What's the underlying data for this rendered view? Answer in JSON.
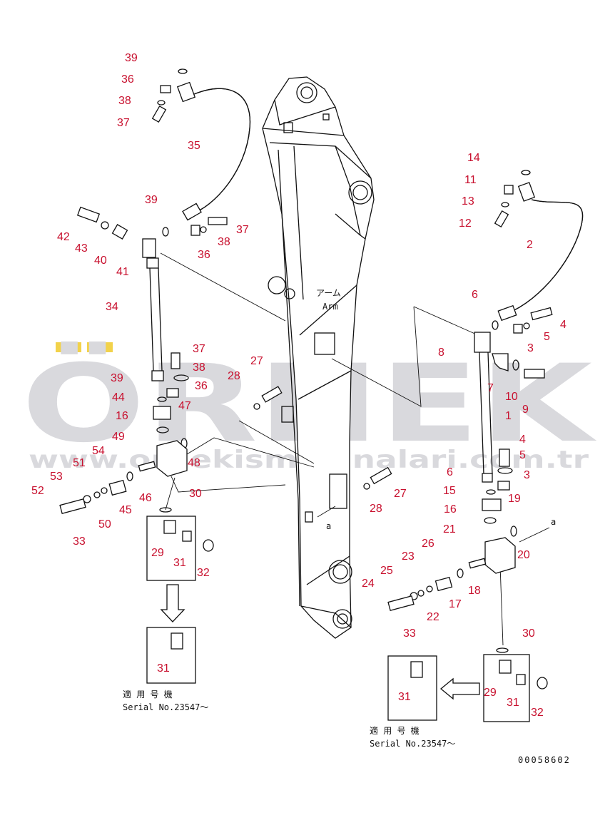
{
  "watermark": {
    "brand": "ÖRNEK",
    "url": "www.ornekismakinalari.com.tr",
    "color_text": "#d9d9dd",
    "color_accent": "#f2d24a"
  },
  "labels": {
    "arm_jp": "アーム",
    "arm_en": "Arm",
    "section_marker": "a",
    "serial_title": "適 用 号 機",
    "serial_left": "Serial No.23547〜",
    "serial_right": "Serial No.23547〜",
    "drawing_number": "00058602"
  },
  "part_numbers": {
    "p39a": "39",
    "p36a": "36",
    "p38a": "38",
    "p37a": "37",
    "p35": "35",
    "p39b": "39",
    "p37b": "37",
    "p38b": "38",
    "p36b": "36",
    "p42": "42",
    "p43": "43",
    "p40": "40",
    "p41": "41",
    "p34": "34",
    "p37c": "37",
    "p38c": "38",
    "p36c": "36",
    "p39c": "39",
    "p44": "44",
    "p16a": "16",
    "p47": "47",
    "p49": "49",
    "p48": "48",
    "p54": "54",
    "p51": "51",
    "p53": "53",
    "p52": "52",
    "p50": "50",
    "p45": "45",
    "p46": "46",
    "p33a": "33",
    "p30a": "30",
    "p29a": "29",
    "p31a": "31",
    "p32a": "32",
    "p31b": "31",
    "p27a": "27",
    "p28a": "28",
    "p27b": "27",
    "p28b": "28",
    "p14": "14",
    "p11": "11",
    "p13": "13",
    "p12": "12",
    "p2": "2",
    "p6a": "6",
    "p4a": "4",
    "p5a": "5",
    "p3a": "3",
    "p8": "8",
    "p7": "7",
    "p10": "10",
    "p9": "9",
    "p1": "1",
    "p4b": "4",
    "p5b": "5",
    "p3b": "3",
    "p6b": "6",
    "p15": "15",
    "p19": "19",
    "p16b": "16",
    "p21": "21",
    "p26": "26",
    "p20": "20",
    "p23": "23",
    "p25": "25",
    "p24": "24",
    "p18": "18",
    "p17": "17",
    "p22": "22",
    "p33b": "33",
    "p30b": "30",
    "p29b": "29",
    "p31c": "31",
    "p32b": "32",
    "p31d": "31"
  }
}
